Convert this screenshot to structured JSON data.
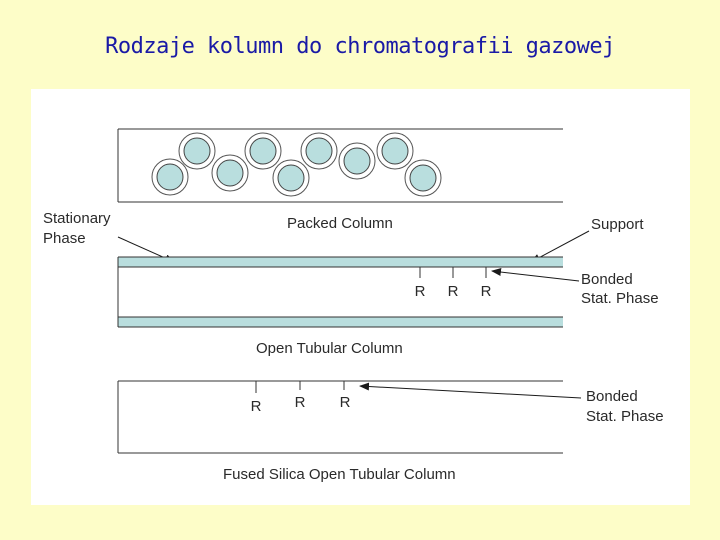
{
  "slide": {
    "title": "Rodzaje kolumn do chromatografii gazowej"
  },
  "diagram": {
    "stationary_phase_label": [
      "Stationary",
      "Phase"
    ],
    "support_label": "Support",
    "packed_column_label": "Packed Column",
    "open_tubular_label": "Open Tubular Column",
    "bonded_phase_label_1": [
      "Bonded",
      "Stat. Phase"
    ],
    "bonded_phase_label_2": [
      "Bonded",
      "Stat. Phase"
    ],
    "fused_silica_label": "Fused Silica Open Tubular Column",
    "open_tubular_groups": [
      "R",
      "R",
      "R"
    ],
    "fused_silica_groups": [
      "R",
      "R",
      "R"
    ]
  },
  "colors": {
    "title": "#1a1aa6",
    "background": "#fdfdc8",
    "particle_fill": "#b9dede",
    "coating": "#b9dede"
  }
}
